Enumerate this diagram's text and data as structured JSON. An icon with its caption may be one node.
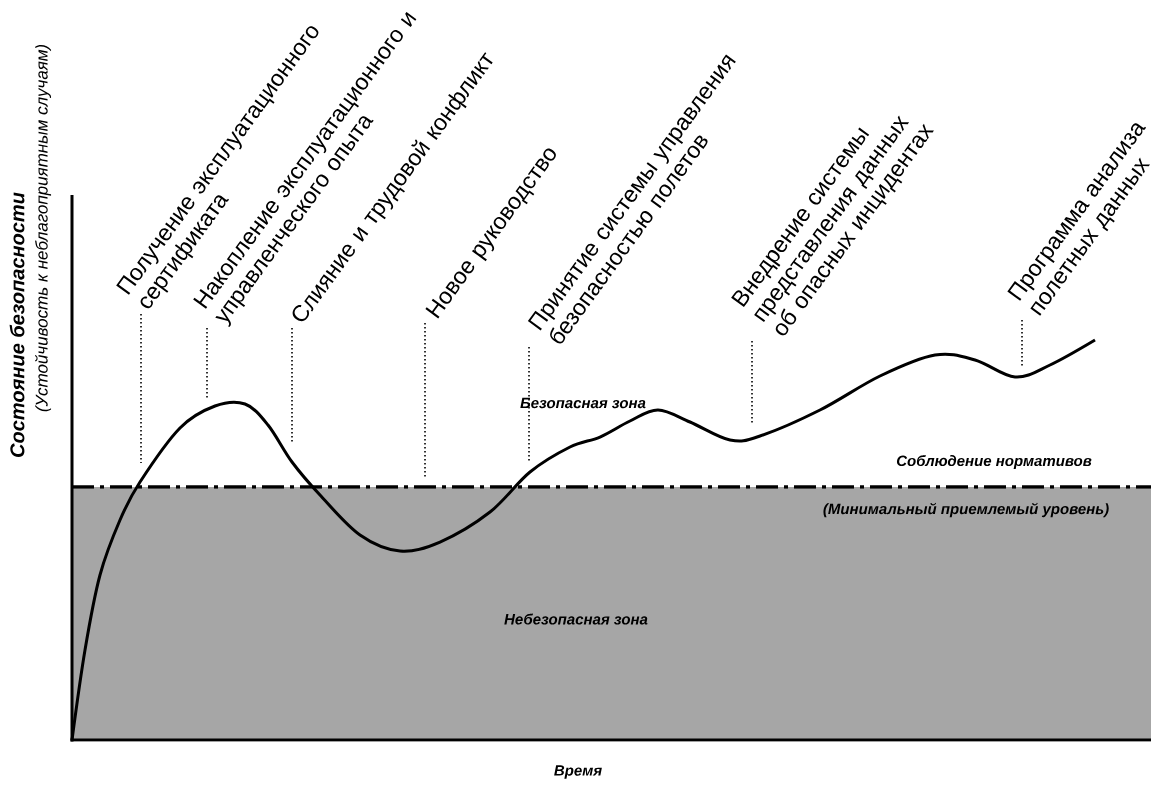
{
  "diagram": {
    "nodes": [
      {
        "text": [
          "Получение эксплуатационного сертификата"
        ]
      },
      {
        "text": [
          "Накопление эксплуатационного и управленческого опыта"
        ]
      },
      {
        "text": [
          "Слияние и трудовой конфликт"
        ]
      },
      {
        "text": [
          "Новое руководство"
        ]
      },
      {
        "text": [
          "Принятие системы управления безопасностью полетов"
        ]
      },
      {
        "text": [
          "Внедрение системы представления данных об опасных инцидентах"
        ]
      },
      {
        "text": [
          "Программа анализа полетных данных"
        ]
      }
    ],
    "edges": [
      {
        "from": 0,
        "to": null,
        "arrow": "none"
      },
      {
        "from": 1,
        "to": null,
        "arrow": "none"
      },
      {
        "from": 2,
        "to": null,
        "arrow": "none"
      },
      {
        "from": 3,
        "to": null,
        "arrow": "none"
      },
      {
        "from": 4,
        "to": null,
        "arrow": "none"
      },
      {
        "from": 5,
        "to": null,
        "arrow": "none"
      },
      {
        "from": 6,
        "to": null,
        "arrow": "none"
      }
    ],
    "labels": [
      "Состояние безопасности",
      "(Устойчивость к неблагоприятным случаям)",
      "Безопасная зона",
      "Соблюдение нормативов",
      "(Минимальный приемлемый уровень)",
      "Небезопасная зона",
      "Время"
    ]
  }
}
